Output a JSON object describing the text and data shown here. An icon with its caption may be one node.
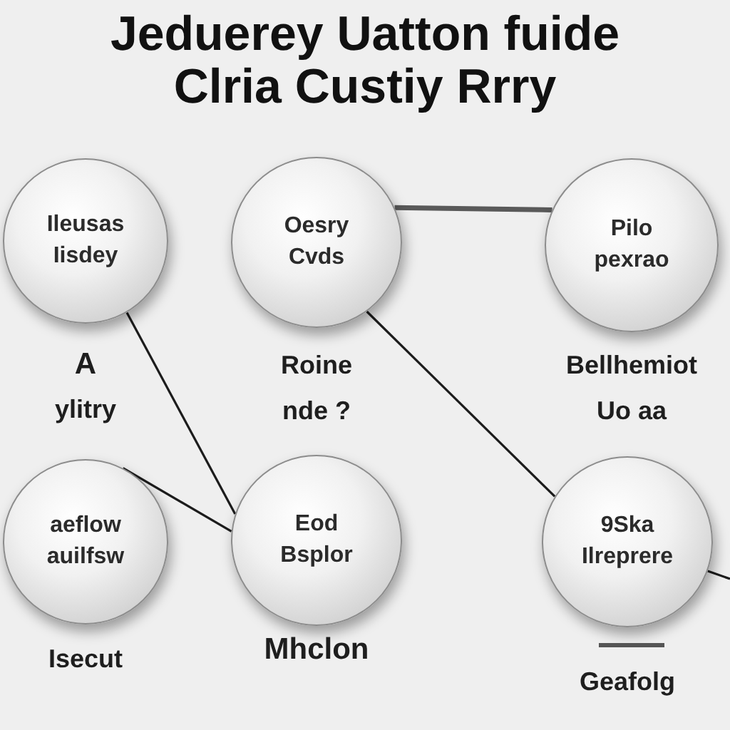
{
  "diagram": {
    "title": "Jeduerey Uatton fuide Clria Custiy Rrry",
    "nodes": [
      {
        "text": [
          "Ileusas",
          "Iisdey"
        ],
        "beside": [
          "A",
          "ylitry"
        ]
      },
      {
        "text": [
          "Oesry",
          "Cvds"
        ],
        "beside": [
          "Roine",
          "nde ?"
        ]
      },
      {
        "text": [
          "Pilo",
          "pexrao"
        ],
        "beside": [
          "Bellhemiot",
          "Uo aa"
        ]
      },
      {
        "text": [
          "aeflow",
          "auilfsw"
        ],
        "beside": [
          "Isecut"
        ]
      },
      {
        "text": [
          "Eod",
          "Bsplor"
        ],
        "beside": [
          "Mhclon"
        ]
      },
      {
        "text": [
          "9Ska",
          "Ilreprere"
        ],
        "beside": [
          "Geafolg"
        ]
      }
    ],
    "edges": [
      {
        "from": 1,
        "to": 2,
        "arrow": "none",
        "style": "thick",
        "color": "#595959"
      },
      {
        "from": 0,
        "to": 4,
        "arrow": "none"
      },
      {
        "from": 3,
        "to": 4,
        "arrow": "none"
      },
      {
        "from": 1,
        "to": 5,
        "arrow": "none"
      },
      {
        "from": 5,
        "to": null,
        "arrow": "none"
      }
    ]
  }
}
